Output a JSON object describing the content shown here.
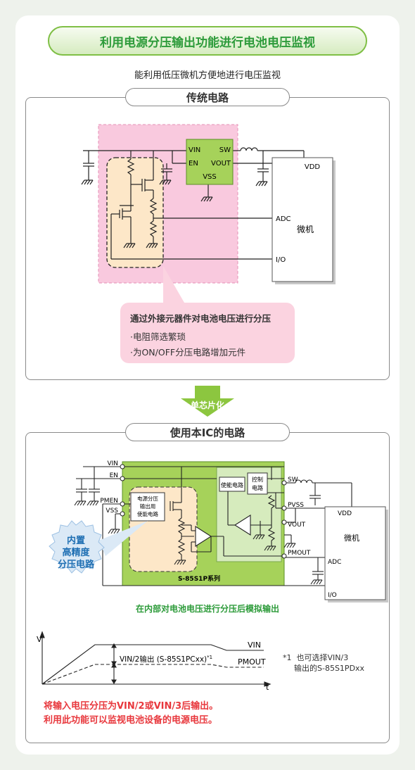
{
  "header": {
    "title": "利用电源分压输出功能进行电池电压监视",
    "subtitle": "能利用低压微机方便地进行电压监视"
  },
  "traditional": {
    "label": "传统电路",
    "ic_pins": {
      "vin": "VIN",
      "sw": "SW",
      "en": "EN",
      "vout": "VOUT",
      "vss": "VSS"
    },
    "mcu": {
      "vdd": "VDD",
      "adc": "ADC",
      "name": "微机",
      "io": "I/O"
    },
    "note": {
      "title": "通过外接元器件对电池电压进行分压",
      "items": [
        "·电阻筛选繁琐",
        "·为ON/OFF分压电路增加元件"
      ]
    }
  },
  "transition": {
    "label": "单芯片化"
  },
  "new_circuit": {
    "label": "使用本IC的电路",
    "pins": {
      "vin": "VIN",
      "en": "EN",
      "pmen": "PMEN",
      "vss": "VSS",
      "sw": "SW",
      "pvss": "PVSS",
      "vout": "VOUT",
      "pmout": "PMOUT"
    },
    "blocks": {
      "enable_circuit": "使能电路",
      "control_line1": "控制",
      "control_line2": "电路",
      "divider_line1": "电源分压",
      "divider_line2": "输出用",
      "divider_line3": "使能电路"
    },
    "chip_name": "S-85S1P系列",
    "mcu": {
      "vdd": "VDD",
      "name": "微机",
      "adc": "ADC",
      "io": "I/O"
    },
    "callout": [
      "内置",
      "高精度",
      "分压电路"
    ],
    "caption": "在内部对电池电压进行分压后模拟输出"
  },
  "waveform": {
    "y_axis": "V",
    "x_axis": "t",
    "vin_label": "VIN",
    "pmout_label": "PMOUT",
    "annotation": "VIN/2输出 (S-85S1PCxx)",
    "annotation_mark": "*1",
    "footnote_mark": "*1",
    "footnote_line1": "也可选择VIN/3",
    "footnote_line2": "输出的S-85S1PDxx"
  },
  "summary": {
    "line1": "将输入电压分压为VIN/2或VIN/3后输出。",
    "line2": "利用此功能可以监视电池设备的电源电压。"
  },
  "colors": {
    "green": "#2d9b3a",
    "pink": "#f9c9de",
    "ic_green": "#a6d25a",
    "red": "#e8383d",
    "orange_fill": "#fde7c8"
  }
}
